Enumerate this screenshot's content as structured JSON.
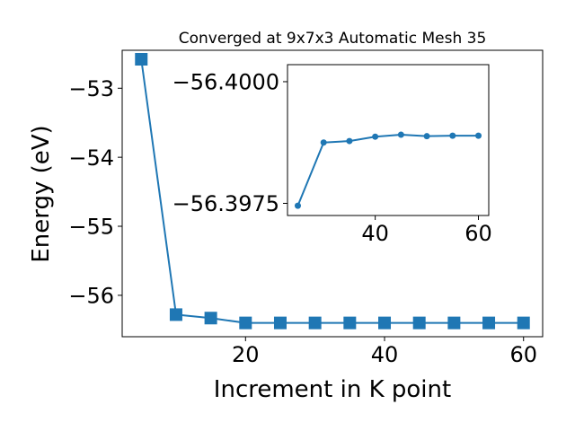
{
  "chart_data": [
    {
      "type": "line",
      "title": "Converged at 9x7x3 Automatic Mesh 35",
      "xlabel": "Increment in K point",
      "ylabel": "Energy (eV)",
      "xlim": [
        2.25,
        62.75
      ],
      "ylim": [
        -56.6,
        -52.45
      ],
      "xticks": [
        20,
        40,
        60
      ],
      "yticks": [
        -53,
        -54,
        -55,
        -56
      ],
      "ytick_labels": [
        "−53",
        "−54",
        "−55",
        "−56"
      ],
      "marker": "square",
      "color": "#1f77b4",
      "grid": false,
      "series": [
        {
          "x": [
            5,
            10,
            15,
            20,
            25,
            30,
            35,
            40,
            45,
            50,
            55,
            60
          ],
          "y": [
            -52.58,
            -56.28,
            -56.33,
            -56.4,
            -56.4,
            -56.4,
            -56.4,
            -56.4,
            -56.4,
            -56.4,
            -56.4,
            -56.4
          ]
        }
      ]
    },
    {
      "type": "line",
      "title": "",
      "xlabel": "",
      "ylabel": "",
      "xlim": [
        23,
        62
      ],
      "ylim": [
        -56.39725,
        -56.40035
      ],
      "xticks": [
        40,
        60
      ],
      "yticks": [
        -56.4,
        -56.3975
      ],
      "ytick_labels": [
        "−56.4000",
        "−56.3975"
      ],
      "marker": "circle",
      "color": "#1f77b4",
      "grid": false,
      "series": [
        {
          "x": [
            25,
            30,
            35,
            40,
            45,
            50,
            55,
            60
          ],
          "y": [
            -56.39745,
            -56.39875,
            -56.39878,
            -56.39887,
            -56.39891,
            -56.39888,
            -56.39889,
            -56.39889
          ]
        }
      ]
    }
  ]
}
